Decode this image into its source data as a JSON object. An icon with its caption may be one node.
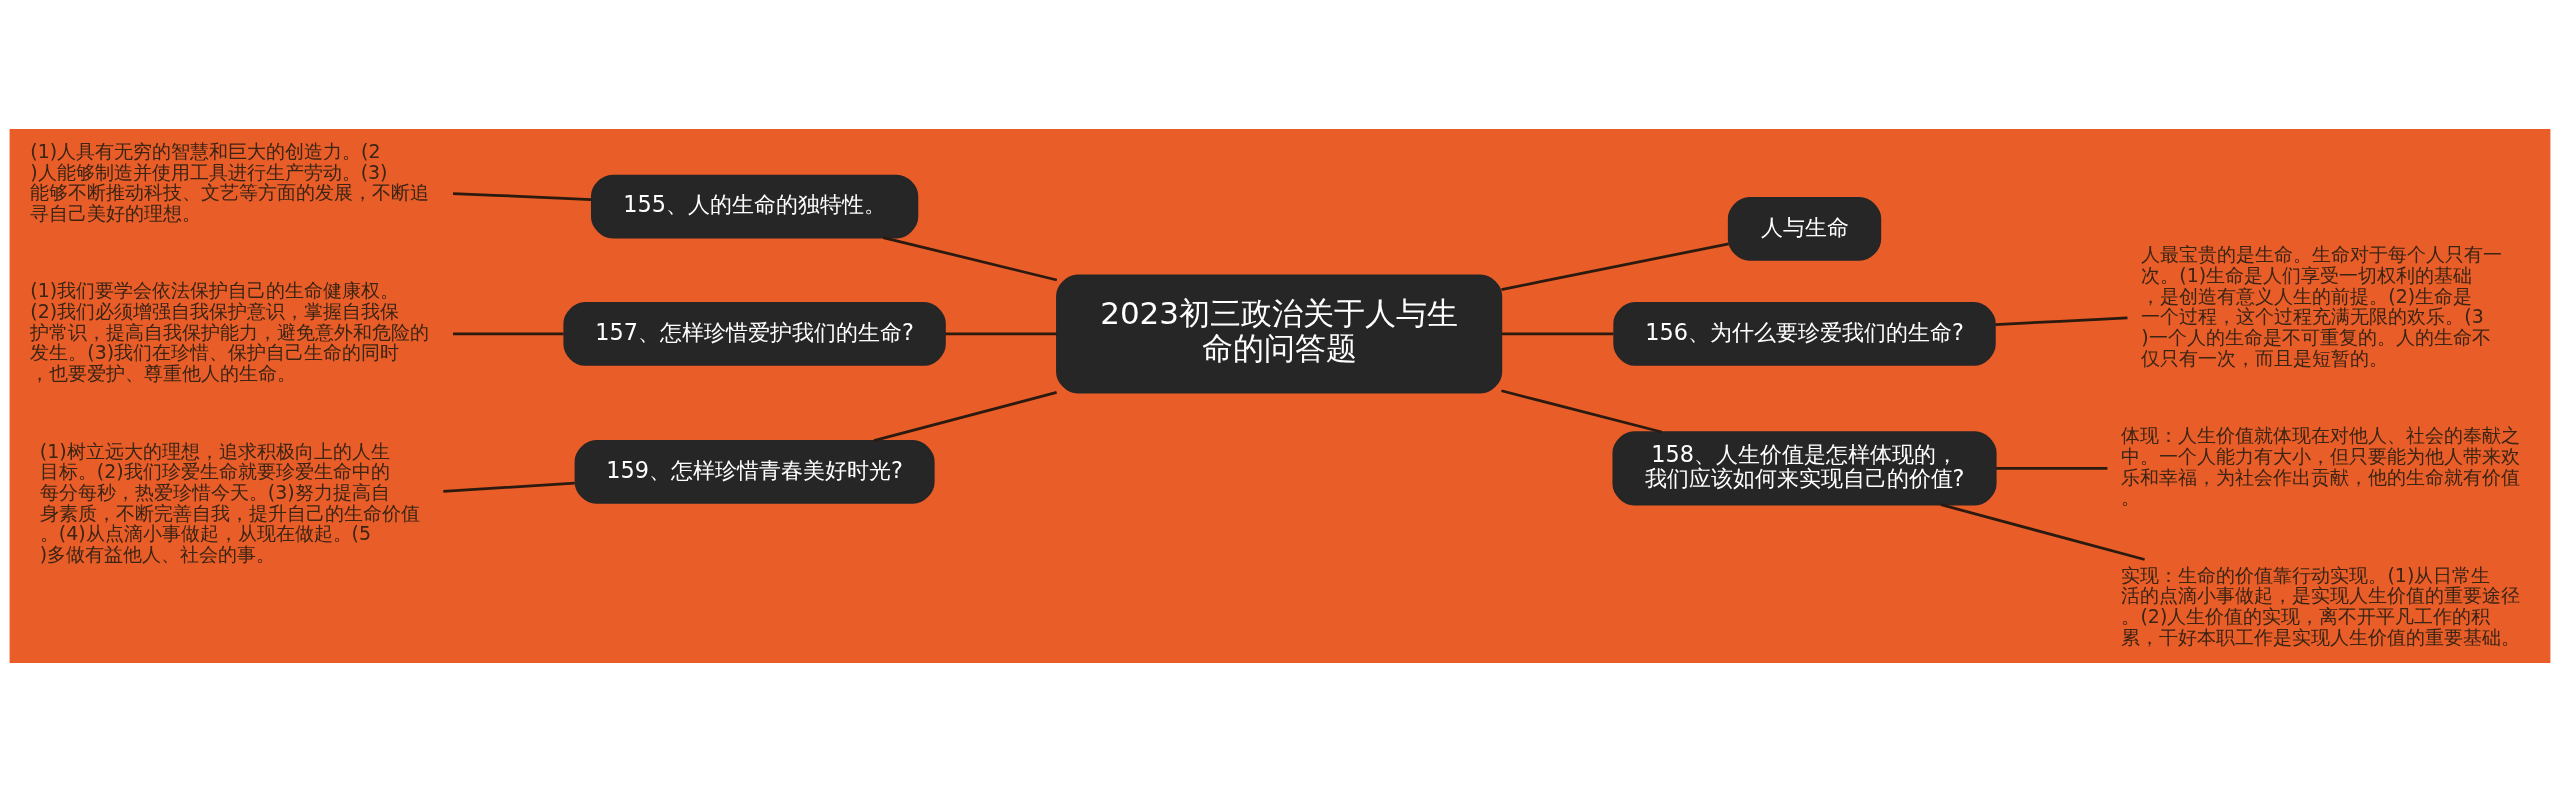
{
  "diagram": {
    "nodes": [
      {
        "text": [
          "2023初三政治关于人与生命的问答题"
        ]
      },
      {
        "text": [
          "人与生命"
        ]
      },
      {
        "text": [
          "156、为什么要珍爱我们的生命?"
        ]
      },
      {
        "text": [
          "人最宝贵的是生命。生命对于每个人只有一次。(1)生命是人们享受一切权利的基础，是创造有意义人生的前提。(2)生命是一个过程，这个过程充满无限的欢乐。(3)一个人的生命是不可重复的。人的生命不仅只有一次，而且是短暂的。"
        ]
      },
      {
        "text": [
          "158、人生价值是怎样体现的，我们应该如何来实现自己的价值?"
        ]
      },
      {
        "text": [
          "体现：人生价值就体现在对他人、社会的奉献之中。一个人能力有大小，但只要能为他人带来欢乐和幸福，为社会作出贡献，他的生命就有价值。"
        ]
      },
      {
        "text": [
          "实现：生命的价值靠行动实现。(1)从日常生活的点滴小事做起，是实现人生价值的重要途径。(2)人生价值的实现，离不开平凡工作的积累，干好本职工作是实现人生价值的重要基础。"
        ]
      },
      {
        "text": [
          "155、人的生命的独特性。"
        ]
      },
      {
        "text": [
          "(1)人具有无穷的智慧和巨大的创造力。(2)人能够制造并使用工具进行生产劳动。(3)能够不断推动科技、文艺等方面的发展，不断追寻自己美好的理想。"
        ]
      },
      {
        "text": [
          "157、怎样珍惜爱护我们的生命?"
        ]
      },
      {
        "text": [
          "(1)我们要学会依法保护自己的生命健康权。(2)我们必须增强自我保护意识，掌握自我保护常识，提高自我保护能力，避免意外和危险的发生。(3)我们在珍惜、保护自己生命的同时，也要爱护、尊重他人的生命。"
        ]
      },
      {
        "text": [
          "159、怎样珍惜青春美好时光?"
        ]
      },
      {
        "text": [
          "(1)树立远大的理想，追求积极向上的人生目标。(2)我们珍爱生命就要珍爱生命中的每分每秒，热爱珍惜今天。(3)努力提高自身素质，不断完善自我，提升自己的生命价值。(4)从点滴小事做起，从现在做起。(5)多做有益他人、社会的事。"
        ]
      }
    ],
    "edges": [
      {
        "from": 0,
        "to": 1,
        "arrow": "none"
      },
      {
        "from": 0,
        "to": 2,
        "arrow": "none"
      },
      {
        "from": 2,
        "to": 3,
        "arrow": "none"
      },
      {
        "from": 0,
        "to": 4,
        "arrow": "none"
      },
      {
        "from": 4,
        "to": 5,
        "arrow": "none"
      },
      {
        "from": 4,
        "to": 6,
        "arrow": "none"
      },
      {
        "from": 0,
        "to": 7,
        "arrow": "none"
      },
      {
        "from": 7,
        "to": 8,
        "arrow": "none"
      },
      {
        "from": 0,
        "to": 9,
        "arrow": "none"
      },
      {
        "from": 9,
        "to": 10,
        "arrow": "none"
      },
      {
        "from": 0,
        "to": 11,
        "arrow": "none"
      },
      {
        "from": 11,
        "to": 12,
        "arrow": "none"
      }
    ]
  }
}
